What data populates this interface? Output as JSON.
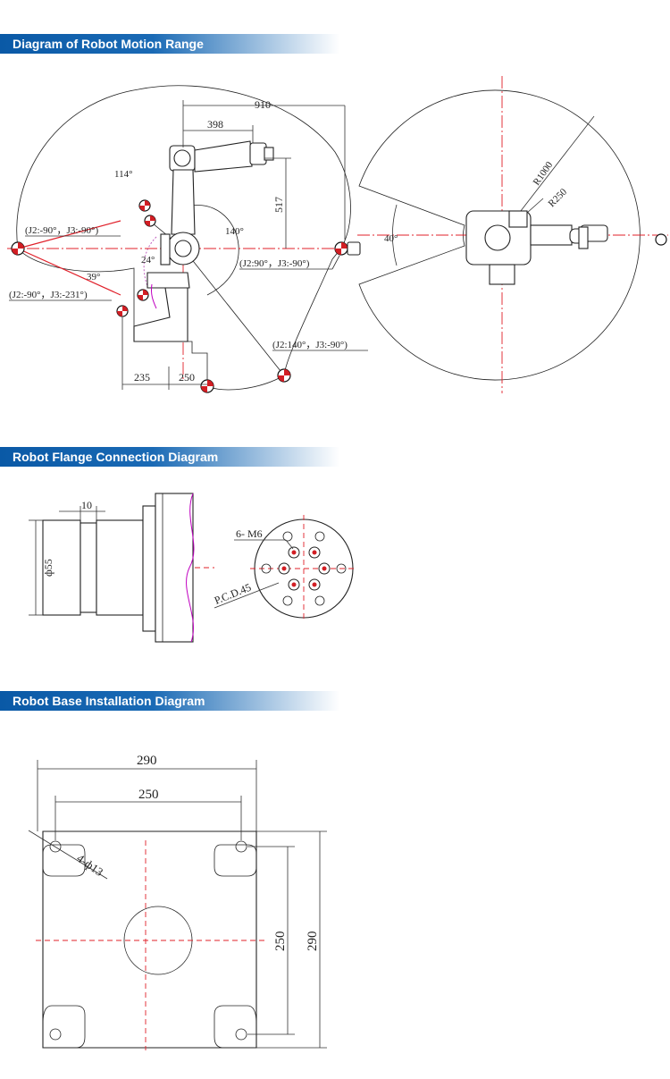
{
  "sections": [
    {
      "title": "Diagram of Robot Motion Range"
    },
    {
      "title": "Robot Flange Connection Diagram"
    },
    {
      "title": "Robot Base Installation Diagram"
    }
  ],
  "motion_range": {
    "dims": {
      "d910": "910",
      "d398": "398",
      "d517": "517",
      "d235": "235",
      "d250": "250"
    },
    "angles": {
      "a114": "114°",
      "a140": "140°",
      "a24": "24°",
      "a39": "39°",
      "a40": "40°"
    },
    "poses": {
      "p1": "(J2:-90°，J3:-90°)",
      "p2": "(J2:-90°，J3:-231°)",
      "p3": "(J2:90°，J3:-90°)",
      "p4": "(J2:140°，J3:-90°)"
    },
    "radii": {
      "outer": "R1000",
      "inner": "R250"
    }
  },
  "flange": {
    "d10": "10",
    "diameter": "ф55",
    "holes": "6- M6",
    "pcd": "P.C.D.45"
  },
  "base": {
    "width_outer": "290",
    "width_inner": "250",
    "holes": "4-ф13",
    "height_inner": "250",
    "height_outer": "290"
  }
}
